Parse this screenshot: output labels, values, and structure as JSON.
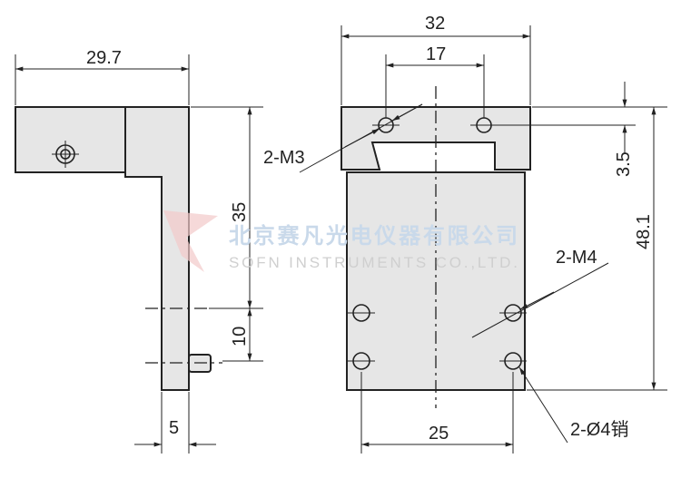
{
  "watermark": {
    "company_cn": "北京赛凡光电仪器有限公司",
    "company_en": "SOFN INSTRUMENTS CO.,LTD."
  },
  "side_view": {
    "width_top": "29.7",
    "height_upper": "35",
    "height_lower": "10",
    "leg_width": "5"
  },
  "front_view": {
    "width_total": "32",
    "hole_spacing_top": "17",
    "notch_depth": "3.5",
    "height_total": "48.1",
    "hole_spacing_bottom": "25",
    "label_m3": "2-M3",
    "label_m4": "2-M4",
    "label_pin": "2-Ø4销"
  },
  "colors": {
    "part_fill": "#e6e6e6",
    "line": "#222222"
  }
}
